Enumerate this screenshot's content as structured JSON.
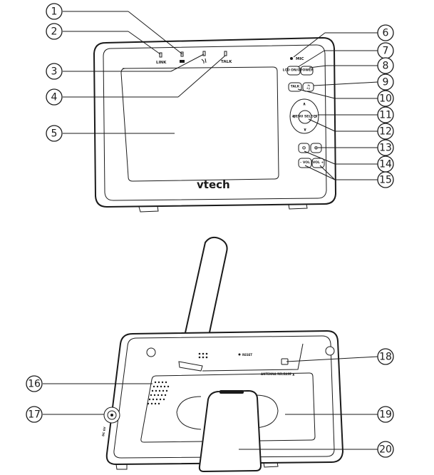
{
  "callouts": [
    "1",
    "2",
    "3",
    "4",
    "5",
    "6",
    "7",
    "8",
    "9",
    "10",
    "11",
    "12",
    "13",
    "14",
    "15",
    "16",
    "17",
    "18",
    "19",
    "20"
  ],
  "front_labels": {
    "link": "LINK",
    "talk_led": "TALK",
    "mic": "MIC",
    "logo": "vtech",
    "btn_lcd": "LCD ON/OFF",
    "btn_power": "POWER",
    "btn_talk": "TALK",
    "btn_music": "♫",
    "btn_menu": "MENU SELECT",
    "btn_zoom_out": "⊖",
    "btn_zoom_in": "⊕",
    "btn_vol_minus": "– VOL",
    "btn_vol_plus": "VOL +",
    "nav_up": "∧",
    "nav_down": "∨",
    "nav_left": "<",
    "nav_right": ">"
  },
  "back_labels": {
    "reset": "RESET",
    "antenna_release": "ANTENNA RELEASE ▲",
    "dc": "DC 6V"
  }
}
